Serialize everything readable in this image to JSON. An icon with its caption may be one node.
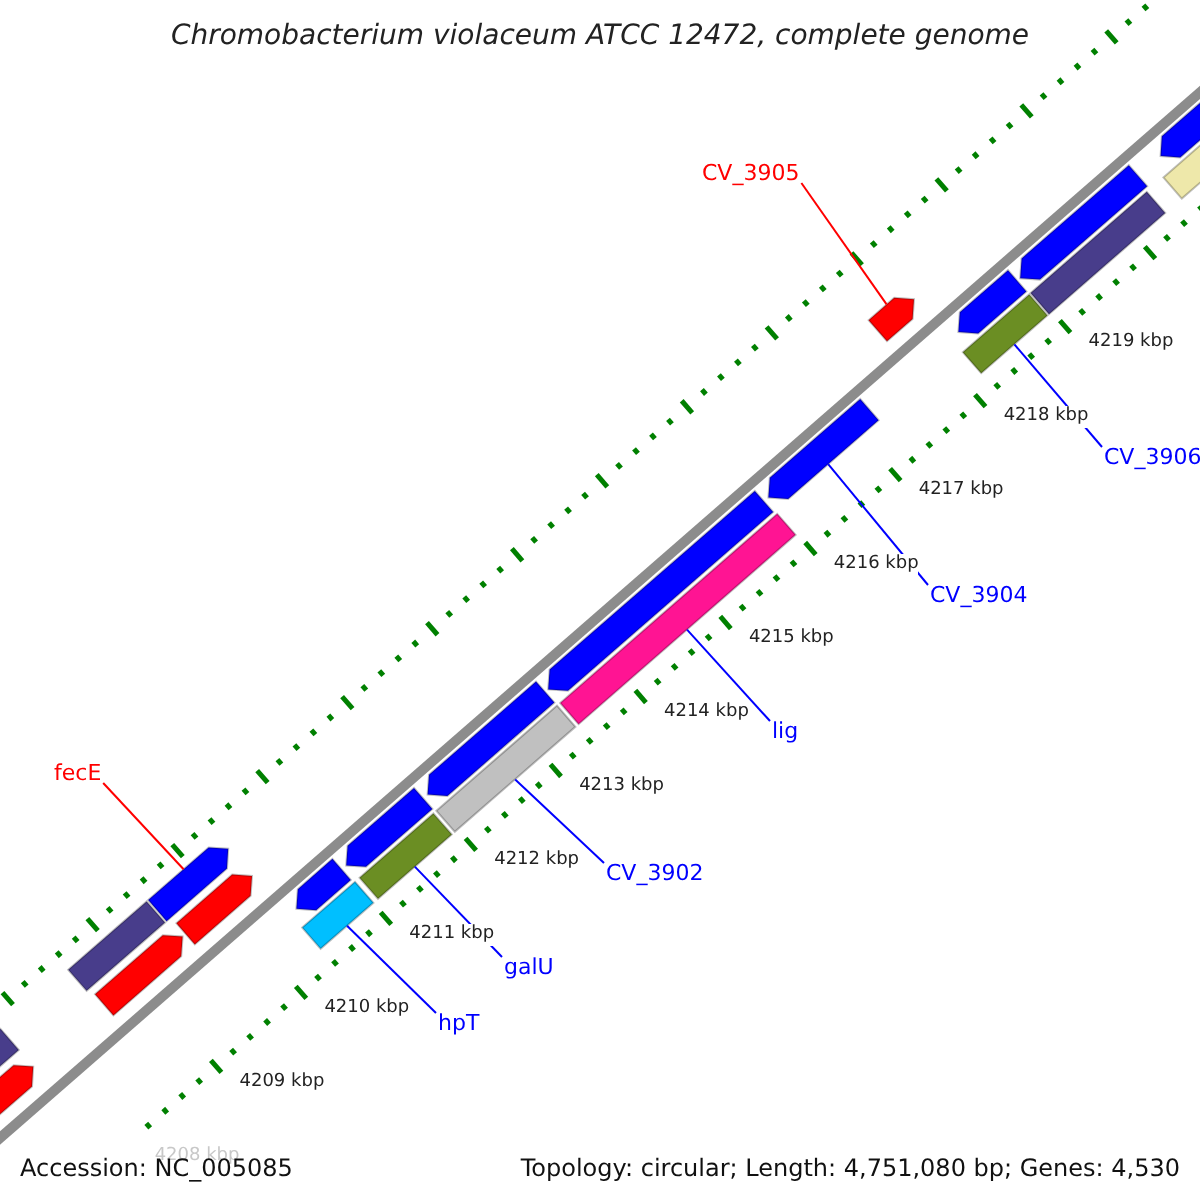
{
  "diagram": {
    "title": "Chromobacterium violaceum ATCC 12472, complete genome",
    "nodes": [
      {
        "text": [
          "CV_3905"
        ]
      },
      {
        "text": [],
        "shape": "arrow"
      },
      {
        "text": [
          "CV_3906"
        ]
      },
      {
        "text": [],
        "shape": "bar"
      },
      {
        "text": [
          "CV_3904"
        ]
      },
      {
        "text": [],
        "shape": "arrow"
      },
      {
        "text": [
          "lig"
        ]
      },
      {
        "text": [],
        "shape": "bar"
      },
      {
        "text": [
          "fecE"
        ]
      },
      {
        "text": [],
        "shape": "arrow"
      },
      {
        "text": [
          "CV_3902"
        ]
      },
      {
        "text": [],
        "shape": "bar"
      },
      {
        "text": [
          "galU"
        ]
      },
      {
        "text": [],
        "shape": "bar"
      },
      {
        "text": [
          "hpT"
        ]
      },
      {
        "text": [],
        "shape": "bar"
      },
      {
        "text": [],
        "shape": "arrow"
      },
      {
        "text": [],
        "shape": "arrow"
      },
      {
        "text": [],
        "shape": "bar"
      },
      {
        "text": [],
        "shape": "bar"
      },
      {
        "text": [],
        "shape": "arrow"
      },
      {
        "text": [],
        "shape": "arrow"
      },
      {
        "text": [],
        "shape": "arrow"
      },
      {
        "text": [],
        "shape": "arrow"
      },
      {
        "text": [],
        "shape": "arrow"
      },
      {
        "text": [],
        "shape": "arrow"
      },
      {
        "text": [],
        "shape": "arrow"
      },
      {
        "text": [],
        "shape": "arrow"
      },
      {
        "text": [],
        "shape": "bar"
      },
      {
        "text": [],
        "shape": "bar"
      }
    ],
    "edges": [
      {
        "from": 0,
        "to": 1,
        "arrow": "none",
        "color": "#ff0000"
      },
      {
        "from": 2,
        "to": 3,
        "arrow": "none"
      },
      {
        "from": 4,
        "to": 5,
        "arrow": "none"
      },
      {
        "from": 6,
        "to": 7,
        "arrow": "none"
      },
      {
        "from": 8,
        "to": 9,
        "arrow": "none",
        "color": "#ff0000"
      },
      {
        "from": 10,
        "to": 11,
        "arrow": "none"
      },
      {
        "from": 12,
        "to": 13,
        "arrow": "none"
      },
      {
        "from": 14,
        "to": 15,
        "arrow": "none"
      }
    ],
    "labels": [
      "4219 kbp",
      "4218 kbp",
      "4217 kbp",
      "4216 kbp",
      "4215 kbp",
      "4214 kbp",
      "4213 kbp",
      "4212 kbp",
      "4211 kbp",
      "4210 kbp",
      "4209 kbp",
      "4208 kbp",
      "Accession: NC_005085",
      "Topology: circular; Length: 4,751,080 bp; Genes: 4,530"
    ]
  }
}
